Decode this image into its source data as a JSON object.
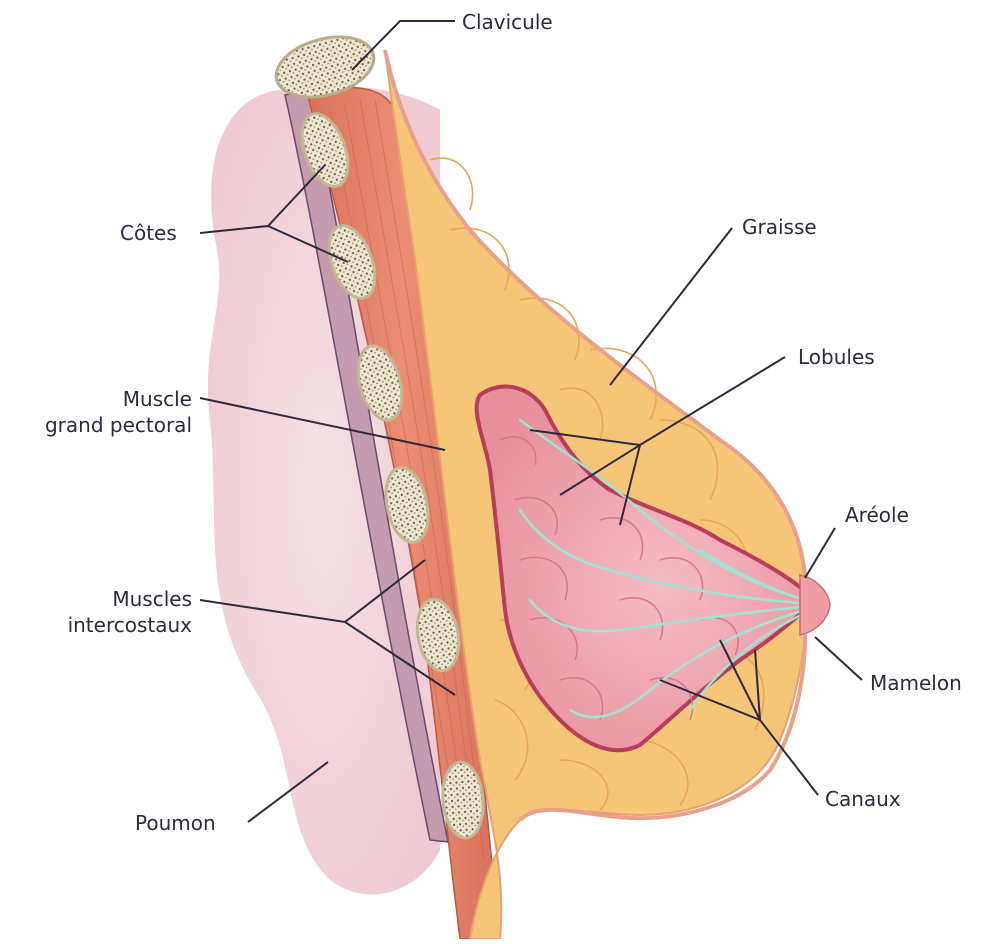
{
  "labels": {
    "clavicule": "Clavicule",
    "cotes": "Côtes",
    "graisse": "Graisse",
    "lobules": "Lobules",
    "muscle_line1": "Muscle",
    "muscle_line2": "grand pectoral",
    "areole": "Aréole",
    "intercostaux_line1": "Muscles",
    "intercostaux_line2": "intercostaux",
    "mamelon": "Mamelon",
    "poumon": "Poumon",
    "canaux": "Canaux"
  },
  "colors": {
    "label_text": "#2e2a3d",
    "leader_line": "#2e2a3d",
    "lung": "#f2d4da",
    "muscle": "#e8876e",
    "fat": "#f6c678",
    "lobules": "#f2a7b1",
    "ducts": "#9fe3d3",
    "bone": "#ede6cf"
  }
}
